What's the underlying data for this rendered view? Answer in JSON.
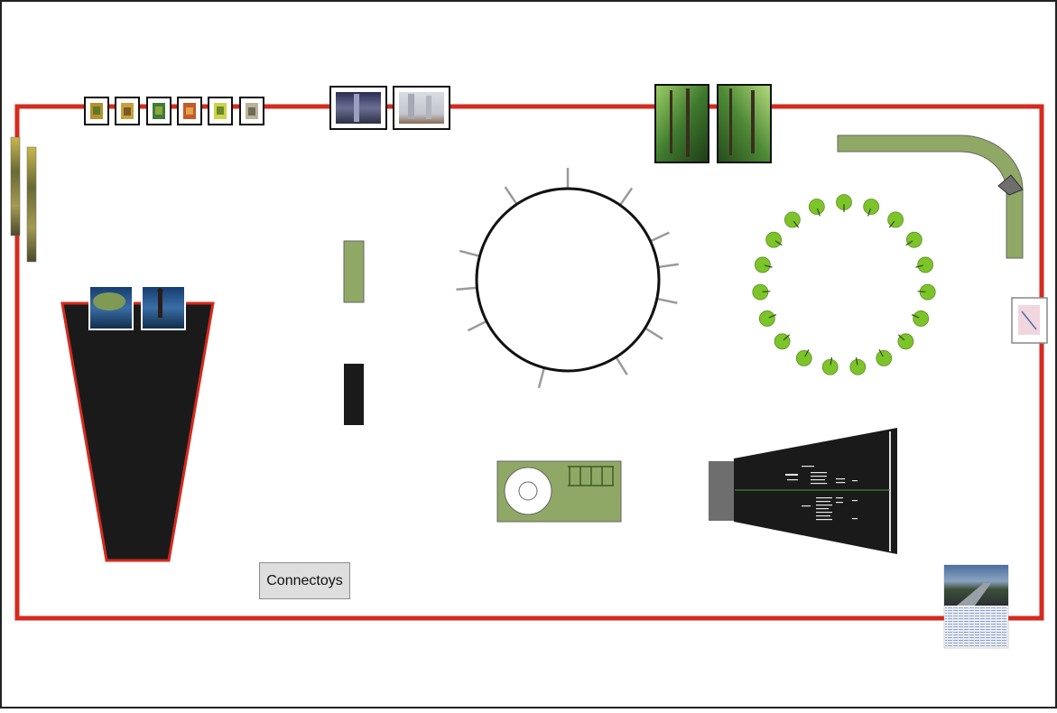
{
  "floor_plan": {
    "label": "Connectoys",
    "colors": {
      "wall_red": "#d52a1e",
      "panel_green": "#8fa866",
      "seat_green": "#7cc42a",
      "black_zone": "#1a1a1a",
      "page_border": "#222222"
    },
    "elements": [
      "outer-page-frame",
      "exhibition-wall",
      "small-framed-prints",
      "framed-photos-architecture",
      "framed-photos-forest",
      "vertical-strip-images",
      "trapezoid-projection-zone",
      "green-panel",
      "black-panel",
      "round-table",
      "circle-of-seats",
      "curved-green-bench",
      "wall-mounted-frame",
      "green-console",
      "text-projection-wedge",
      "poster-with-text"
    ]
  }
}
